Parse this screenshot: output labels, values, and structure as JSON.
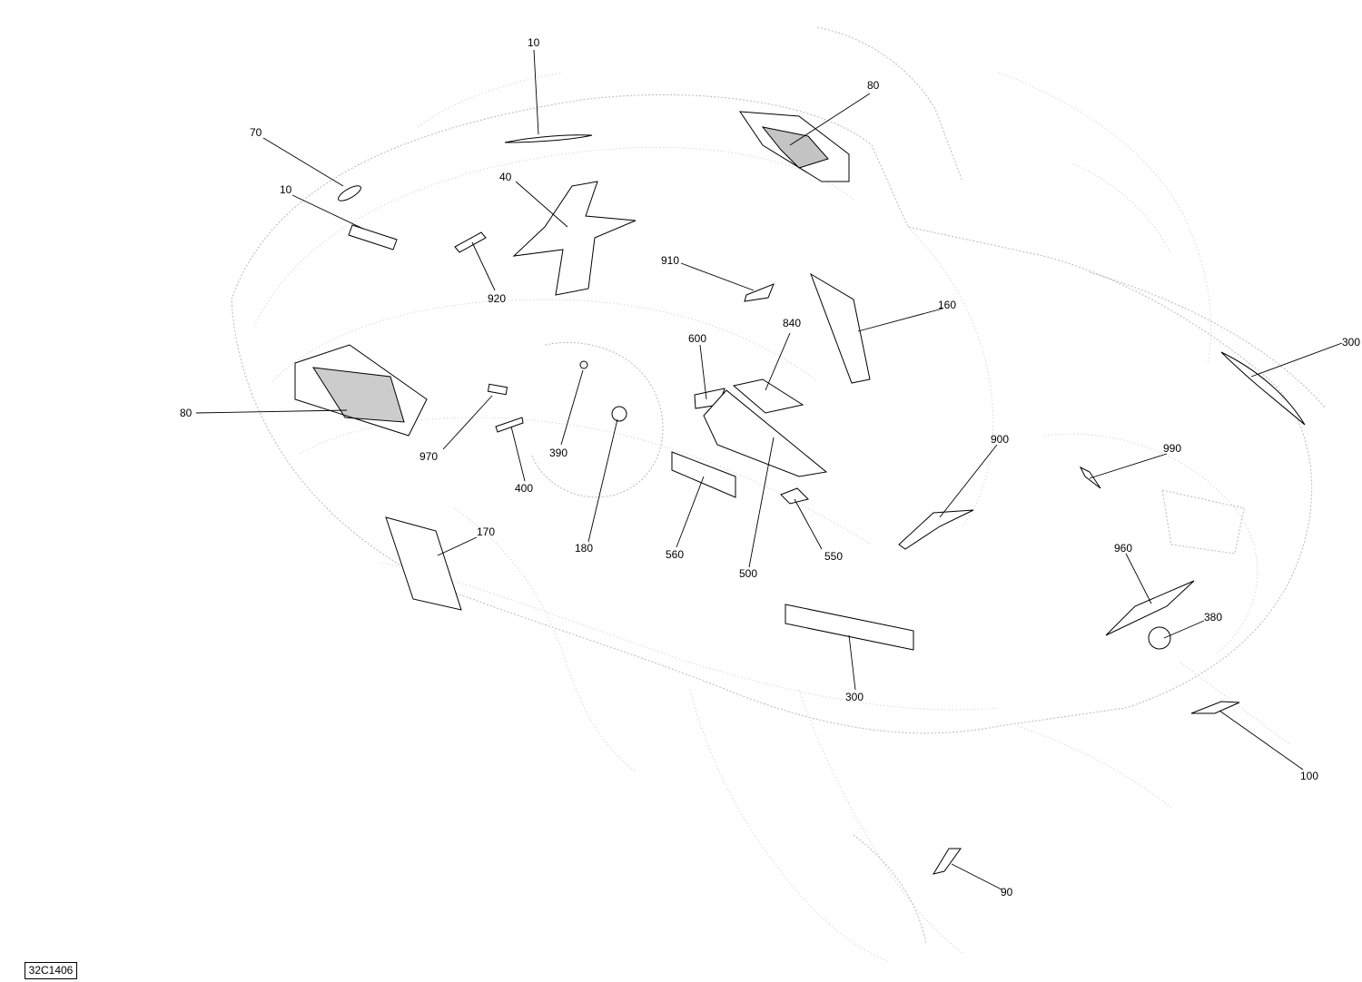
{
  "figure_code": "32C1406",
  "callouts": [
    {
      "id": "c-10-top",
      "label": "10"
    },
    {
      "id": "c-80-top",
      "label": "80"
    },
    {
      "id": "c-70",
      "label": "70"
    },
    {
      "id": "c-10-left",
      "label": "10"
    },
    {
      "id": "c-40",
      "label": "40"
    },
    {
      "id": "c-920",
      "label": "920"
    },
    {
      "id": "c-910",
      "label": "910"
    },
    {
      "id": "c-160",
      "label": "160"
    },
    {
      "id": "c-840",
      "label": "840"
    },
    {
      "id": "c-600",
      "label": "600"
    },
    {
      "id": "c-300-right",
      "label": "300"
    },
    {
      "id": "c-80-left",
      "label": "80"
    },
    {
      "id": "c-390",
      "label": "390"
    },
    {
      "id": "c-970",
      "label": "970"
    },
    {
      "id": "c-400",
      "label": "400"
    },
    {
      "id": "c-900",
      "label": "900"
    },
    {
      "id": "c-990",
      "label": "990"
    },
    {
      "id": "c-180",
      "label": "180"
    },
    {
      "id": "c-560",
      "label": "560"
    },
    {
      "id": "c-550",
      "label": "550"
    },
    {
      "id": "c-500",
      "label": "500"
    },
    {
      "id": "c-170",
      "label": "170"
    },
    {
      "id": "c-960",
      "label": "960"
    },
    {
      "id": "c-380",
      "label": "380"
    },
    {
      "id": "c-300-bottom",
      "label": "300"
    },
    {
      "id": "c-100",
      "label": "100"
    },
    {
      "id": "c-90",
      "label": "90"
    }
  ]
}
